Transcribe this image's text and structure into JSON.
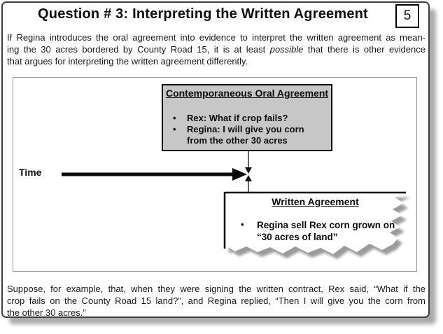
{
  "slide": {
    "title": "Question # 3: Interpreting the Written Agreement",
    "page_number": "5"
  },
  "intro": {
    "line1": "If Regina introduces the oral agreement into evidence to interpret the written agreement as mean-",
    "line2_pre": "ing the 30 acres bordered by County Road 15, it is at least ",
    "line2_italic": "possible",
    "line2_post": " that there is other evidence",
    "line3": "that argues for interpreting the written agreement differently."
  },
  "diagram": {
    "time_label": "Time",
    "bullet_glyph": "•",
    "oral_box": {
      "title": "Contemporaneous Oral Agreement",
      "bullets": [
        "Rex: What if crop fails?",
        "Regina: I will give you corn from the other 30 acres"
      ]
    },
    "written_box": {
      "title": "Written Agreement",
      "bullets": [
        "Regina sell Rex corn grown on “30 acres of land”"
      ]
    }
  },
  "footer": {
    "line1": "Suppose, for example, that, when they were signing the written contract, Rex said, “What if the",
    "line2": "crop fails on the County Road 15 land?”, and Regina replied, “Then I will give you the corn from",
    "line3": "the other 30 acres.”"
  },
  "colors": {
    "oral_box_fill": "#c7c7c7",
    "box_border": "#000000",
    "frame_border": "#3f3f3f",
    "diagram_border": "#959595",
    "shadow": "#8a8a8a"
  }
}
